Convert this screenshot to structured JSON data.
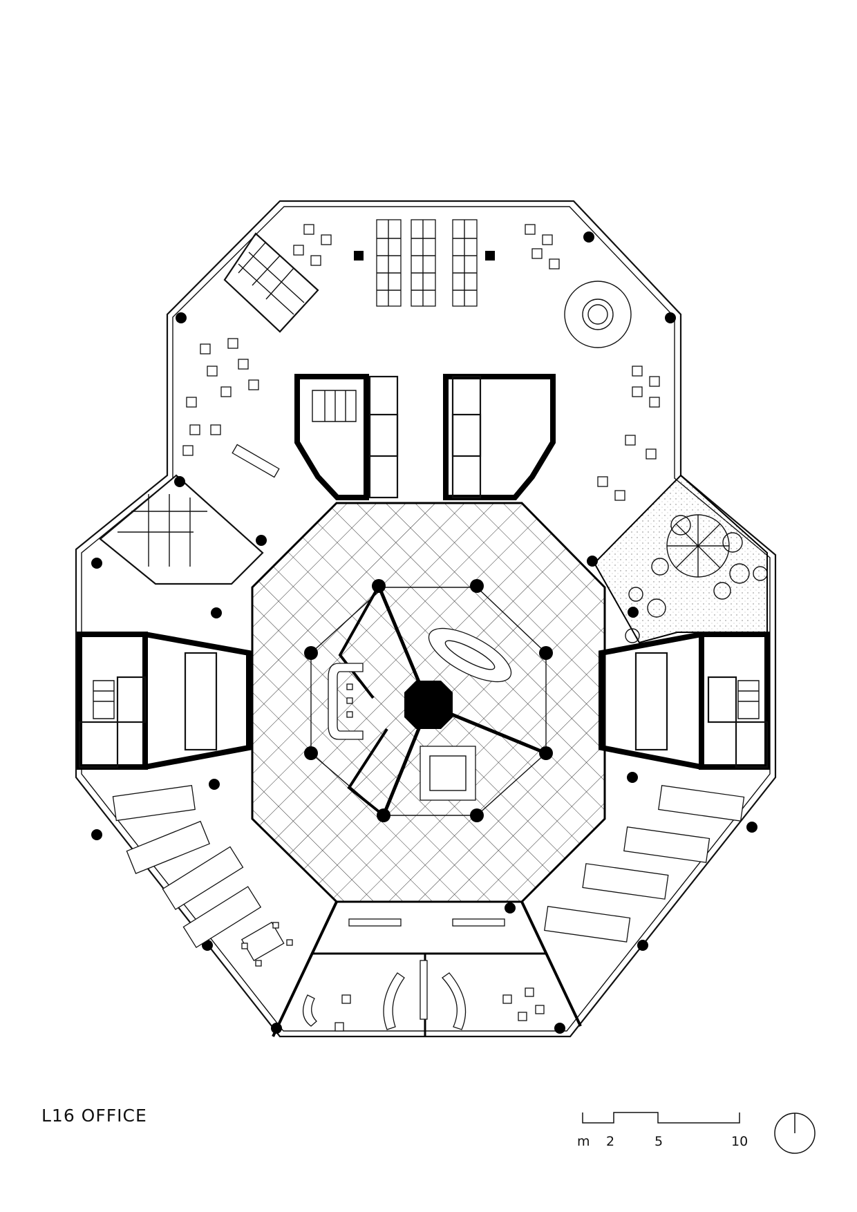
{
  "drawing": {
    "title": "L16 OFFICE"
  },
  "scale_bar": {
    "labels": [
      "m",
      "2",
      "5",
      "10"
    ]
  },
  "north_arrow": {
    "icon": "north-arrow-icon"
  }
}
